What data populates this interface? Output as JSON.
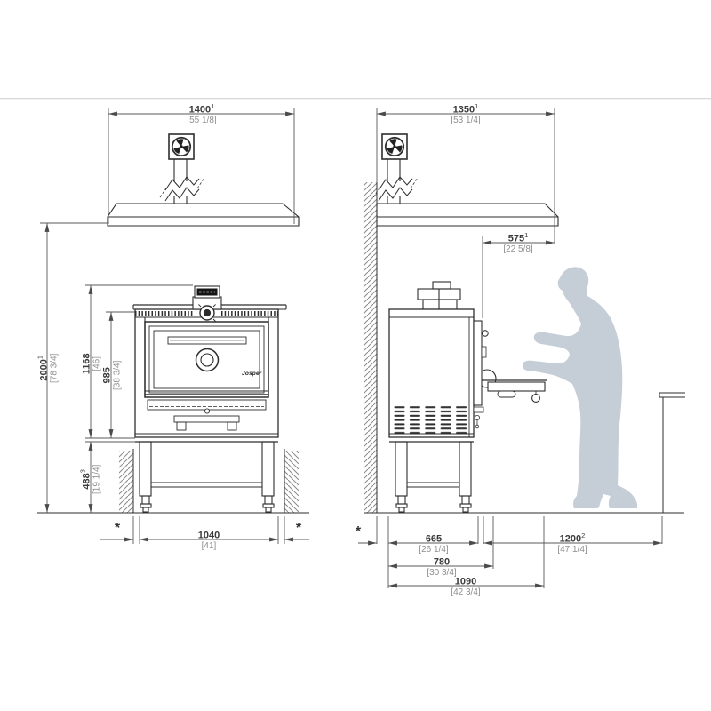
{
  "branding": {
    "door_logo": "Josper"
  },
  "icons": {
    "extraction_fan": "fan-in-square-icon",
    "duct_break": "zigzag-break-icon",
    "wall": "diagonal-hatch"
  },
  "silhouette_color": "#c5cdd6",
  "dimensions": {
    "hood_width_front": {
      "mm": "1400",
      "note": "1",
      "inch": "[55 1/8]"
    },
    "hood_width_side": {
      "mm": "1350",
      "note": "1",
      "inch": "[53 1/4]"
    },
    "hood_front_overhang": {
      "mm": "575",
      "note": "1",
      "inch": "[22 5/8]"
    },
    "floor_to_hood_height": {
      "mm": "2000",
      "note": "1",
      "inch": "[78 3/4]"
    },
    "oven_height_total": {
      "mm": "1168",
      "note": "",
      "inch": "[46]"
    },
    "oven_height_body": {
      "mm": "985",
      "note": "",
      "inch": "[38 3/4]"
    },
    "stand_height": {
      "mm": "488",
      "note": "3",
      "inch": "[19 1/4]"
    },
    "oven_width": {
      "mm": "1040",
      "note": "",
      "inch": "[41]"
    },
    "oven_depth_body": {
      "mm": "665",
      "note": "",
      "inch": "[26 1/4]"
    },
    "front_working_clearance": {
      "mm": "1200",
      "note": "2",
      "inch": "[47 1/4]"
    },
    "oven_depth_with_door": {
      "mm": "780",
      "note": "",
      "inch": "[30 3/4]"
    },
    "oven_depth_with_shelf": {
      "mm": "1090",
      "note": "",
      "inch": "[42 3/4]"
    },
    "clearance_marker": "*"
  }
}
